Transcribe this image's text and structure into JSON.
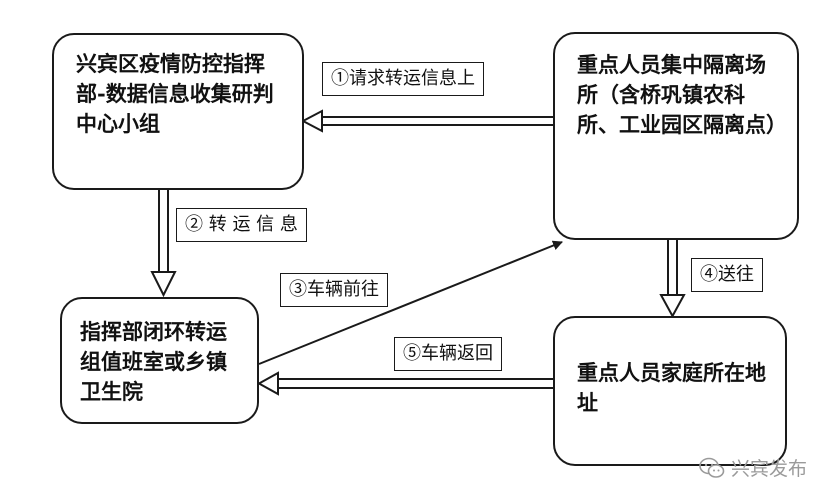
{
  "nodes": {
    "command_center": "兴宾区疫情防控指挥部-数据信息收集研判中心小组",
    "isolation_site": "重点人员集中隔离场所（含桥巩镇农科所、工业园区隔离点）",
    "duty_room": "指挥部闭环转运组值班室或乡镇卫生院",
    "home_address": "重点人员家庭所在地址"
  },
  "edges": {
    "step1": "①请求转运信息上",
    "step2": "② 转 运 信 息",
    "step3": "③车辆前往",
    "step4": "④送往",
    "step5": "⑤车辆返回"
  },
  "watermark": {
    "icon": "wechat-icon",
    "text": "兴宾发布"
  }
}
